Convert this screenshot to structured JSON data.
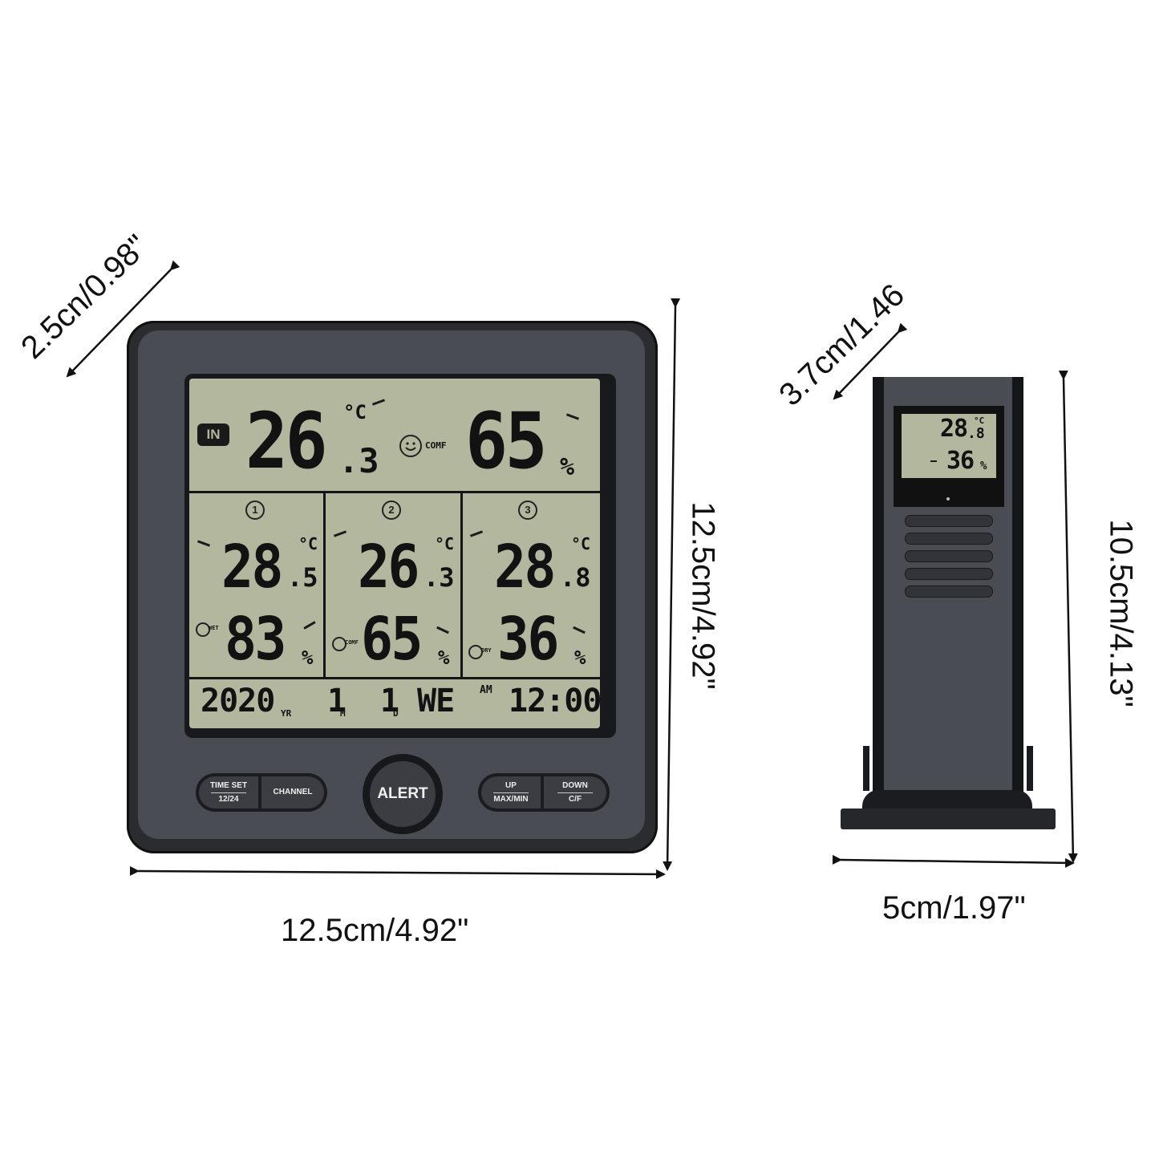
{
  "dimensions": {
    "station_depth": "2.5cn/0.98\"",
    "station_width": "12.5cm/4.92\"",
    "station_height": "12.5cm/4.92\"",
    "sensor_depth": "3.7cm/1.46",
    "sensor_width": "5cm/1.97\"",
    "sensor_height": "10.5cm/4.13\""
  },
  "indoor": {
    "badge": "IN",
    "temp_int": "26",
    "temp_dec": ".3",
    "temp_unit": "°C",
    "comfort_label": "COMF",
    "humidity": "65",
    "humidity_unit": "%"
  },
  "channels": [
    {
      "num": "1",
      "temp_int": "28",
      "temp_dec": ".5",
      "temp_unit": "°C",
      "humidity": "83",
      "humidity_unit": "%",
      "status": "WET"
    },
    {
      "num": "2",
      "temp_int": "26",
      "temp_dec": ".3",
      "temp_unit": "°C",
      "humidity": "65",
      "humidity_unit": "%",
      "status": "COMF"
    },
    {
      "num": "3",
      "temp_int": "28",
      "temp_dec": ".8",
      "temp_unit": "°C",
      "humidity": "36",
      "humidity_unit": "%",
      "status": "DRY"
    }
  ],
  "date_bar": {
    "year": "2020",
    "year_unit": "YR",
    "month": "1",
    "month_unit": "M",
    "day": "1",
    "day_unit": "D",
    "weekday": "WE",
    "ampm": "AM",
    "time": "12:00"
  },
  "buttons": {
    "time_set": "TIME SET",
    "time_set_sub": "12/24",
    "channel": "CHANNEL",
    "alert": "ALERT",
    "up": "UP",
    "up_sub": "MAX/MIN",
    "down": "DOWN",
    "down_sub": "C/F"
  },
  "sensor_display": {
    "temp_int": "28",
    "temp_dec": ".8",
    "temp_unit": "°C",
    "humidity": "36",
    "humidity_unit": "%"
  }
}
